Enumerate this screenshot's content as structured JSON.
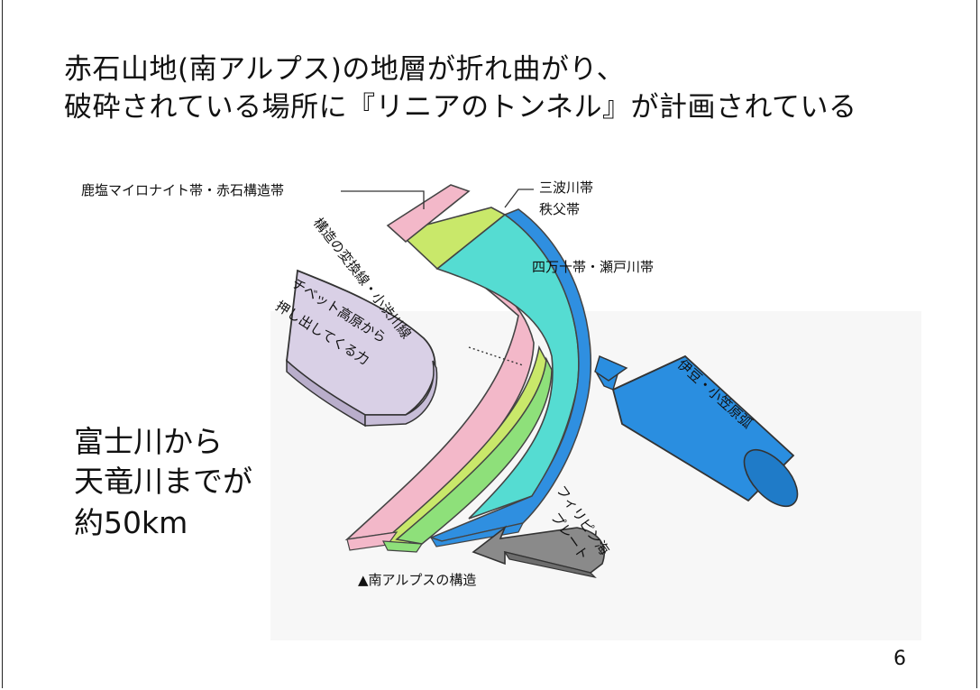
{
  "title": {
    "line1": "赤石山地(南アルプス)の地層が折れ曲がり、",
    "line2": "破砕されている場所に『リニアのトンネル』が計画されている"
  },
  "distance_note": {
    "line1": "富士川から",
    "line2": "天竜川までが",
    "line3": "約50km"
  },
  "labels": {
    "kashio_akaishi": "鹿塩マイロナイト帯・赤石構造帯",
    "sanbagawa": "三波川帯",
    "chichibu": "秩父帯",
    "shimanto_setogawa": "四万十帯・瀬戸川帯",
    "tectonic_line": "構造の変換線・小渋川線",
    "tibet_line1": "チベット高原から",
    "tibet_line2": "押し出してくる力",
    "izu_ogasawara": "伊豆・小笠原弧",
    "philippine_line1": "フィリピン海",
    "philippine_line2": "プレート",
    "caption": "▲南アルプスの構造"
  },
  "colors": {
    "pink_belt": "#f3b8c9",
    "yellow_green_belt": "#c9e86a",
    "green_belt": "#8ee07a",
    "cyan_belt": "#55dcd2",
    "blue_belt": "#2f8fe0",
    "lavender_block": "#d9d0e6",
    "izu_blue": "#2a8ee0",
    "arrow_gray": "#8a8a8a"
  },
  "page_number": "6"
}
